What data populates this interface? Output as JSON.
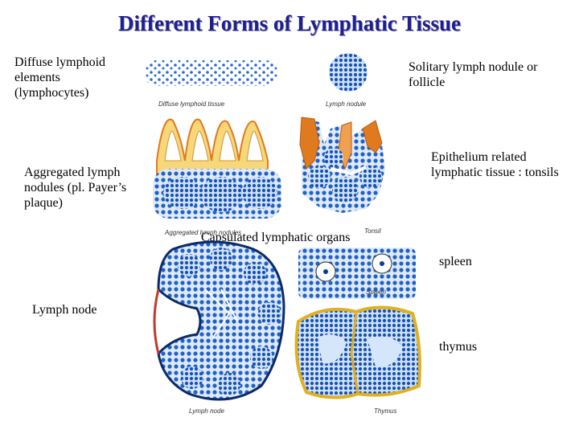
{
  "title": "Different Forms of Lymphatic Tissue",
  "labels": {
    "diffuse": "Diffuse lymphoid elements (lymphocytes)",
    "solitary": "Solitary lymph nodule or follicle",
    "aggregated": "Aggregated lymph nodules (pl. Payer’s plaque)",
    "epithelium": "Epithelium related lymphatic tissue : tonsils",
    "capsulated": "Capsulated lymphatic organs",
    "spleen": "spleen",
    "lymph_node": "Lymph node",
    "thymus": "thymus"
  },
  "figure_captions": {
    "diffuse": "Diffuse lymphoid tissue",
    "nodule": "Lymph nodule",
    "aggregated": "Aggregated lymph nodules",
    "tonsil": "Tonsil",
    "spleen": "Spleen",
    "lymph_node": "Lymph node",
    "thymus": "Thymus"
  },
  "colors": {
    "title": "#1f1f8f",
    "cell_blue": "#1e62c8",
    "cell_dark": "#0b3c8c",
    "epithelium_yellow": "#f2c94c",
    "epithelium_orange": "#e07a1f",
    "capsule_red": "#c0392b"
  }
}
